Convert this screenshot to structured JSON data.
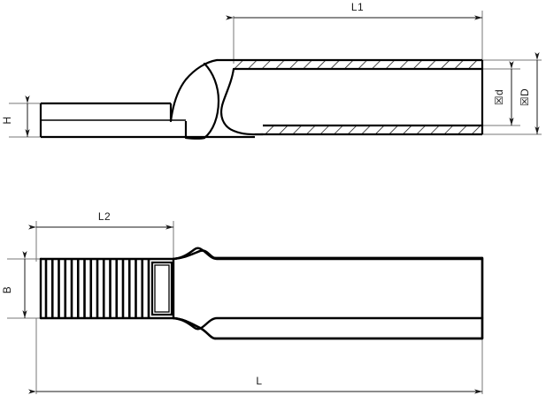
{
  "drawing": {
    "title": "Cable lug technical drawing",
    "type": "engineering-dimension-drawing",
    "views": [
      {
        "name": "side-section-view",
        "position": "top"
      },
      {
        "name": "plan-view",
        "position": "bottom"
      }
    ],
    "colors": {
      "outline": "#000000",
      "dimension_line": "#555555",
      "hatch": "#000000",
      "background": "#ffffff",
      "text": "#1a1a1a"
    }
  },
  "dimensions": {
    "l1": {
      "label": "L1",
      "view": "side-section-view",
      "orientation": "horizontal",
      "position": "top"
    },
    "h": {
      "label": "H",
      "view": "side-section-view",
      "orientation": "vertical",
      "position": "left"
    },
    "d_small": {
      "label": "☒d",
      "view": "side-section-view",
      "orientation": "vertical",
      "position": "right-inner"
    },
    "d_large": {
      "label": "☒D",
      "view": "side-section-view",
      "orientation": "vertical",
      "position": "right-outer"
    },
    "l2": {
      "label": "L2",
      "view": "plan-view",
      "orientation": "horizontal",
      "position": "top"
    },
    "b": {
      "label": "B",
      "view": "plan-view",
      "orientation": "vertical",
      "position": "left"
    },
    "l": {
      "label": "L",
      "view": "plan-view",
      "orientation": "horizontal",
      "position": "bottom"
    }
  },
  "features": {
    "serration_count": 17,
    "inspection_window": "rectangular-window",
    "hatching_angle_deg": 45,
    "barrel": "hatched-tube-cross-section",
    "blade": "flat-palm-blade"
  }
}
